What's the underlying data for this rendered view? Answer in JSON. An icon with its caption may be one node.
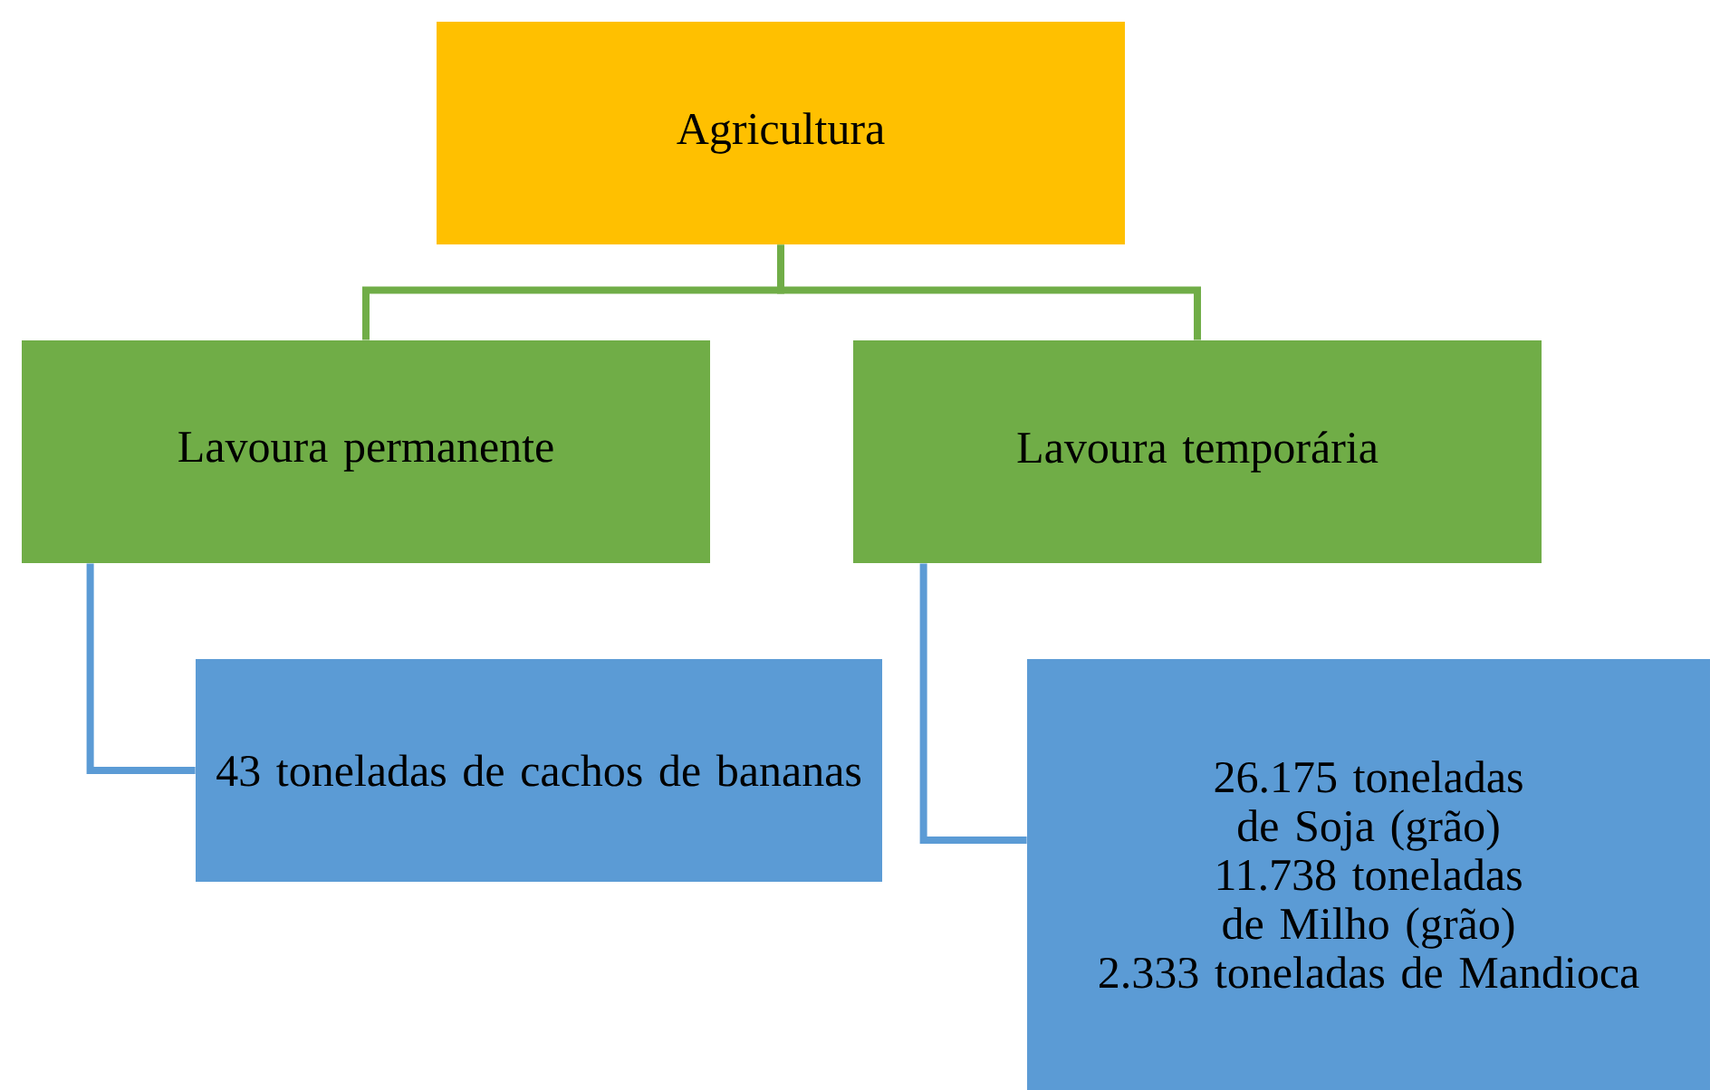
{
  "diagram": {
    "nodes": [
      {
        "text": [
          "Agricultura"
        ]
      },
      {
        "text": [
          "Lavoura permanente"
        ]
      },
      {
        "text": [
          "Lavoura temporária"
        ]
      },
      {
        "text": [
          "43 toneladas de cachos de bananas"
        ]
      },
      {
        "text": [
          "26.175 toneladas de Soja (grão)",
          "11.738 toneladas de Milho (grão)",
          "2.333 toneladas de Mandioca"
        ]
      }
    ],
    "edges": [
      {
        "from": 0,
        "to": 1,
        "arrow": "none",
        "color": "#70ad47"
      },
      {
        "from": 0,
        "to": 2,
        "arrow": "none",
        "color": "#70ad47"
      },
      {
        "from": 1,
        "to": 3,
        "arrow": "none",
        "color": "#5b9bd5"
      },
      {
        "from": 2,
        "to": 4,
        "arrow": "none",
        "color": "#5b9bd5"
      }
    ]
  }
}
